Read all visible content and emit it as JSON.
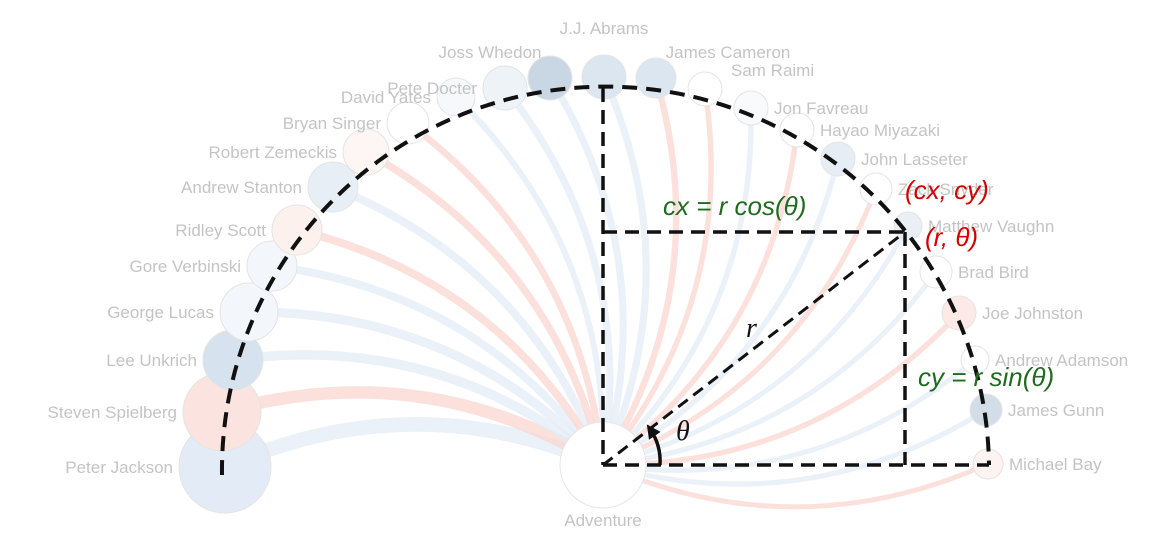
{
  "center_label": "Adventure",
  "directors": [
    {
      "name": "Peter Jackson",
      "color": "#e3ecf6",
      "link": "#e3ecf6"
    },
    {
      "name": "Steven Spielberg",
      "color": "#fbe3df",
      "link": "#f9d6d0"
    },
    {
      "name": "Lee Unkrich",
      "color": "#d6e2ee",
      "link": "#e3ecf6"
    },
    {
      "name": "George Lucas",
      "color": "#f3f6fa",
      "link": "#e3ecf6"
    },
    {
      "name": "Gore Verbinski",
      "color": "#f3f6fa",
      "link": "#e3ecf6"
    },
    {
      "name": "Ridley Scott",
      "color": "#fdf1ee",
      "link": "#f9d6d0"
    },
    {
      "name": "Andrew Stanton",
      "color": "#e8eef5",
      "link": "#e3ecf6"
    },
    {
      "name": "Robert Zemeckis",
      "color": "#fdf6f4",
      "link": "#f9d6d0"
    },
    {
      "name": "Bryan Singer",
      "color": "#ffffff",
      "link": "#f9d6d0"
    },
    {
      "name": "David Yates",
      "color": "#f6f8fb",
      "link": "#e3ecf6"
    },
    {
      "name": "Pete Docter",
      "color": "#eef3f8",
      "link": "#e3ecf6"
    },
    {
      "name": "Joss Whedon",
      "color": "#c9d6e3",
      "link": "#e3ecf6"
    },
    {
      "name": "J.J. Abrams",
      "color": "#dbe6f0",
      "link": "#e3ecf6"
    },
    {
      "name": "James Cameron",
      "color": "#dbe6f0",
      "link": "#f9d6d0"
    },
    {
      "name": "Sam Raimi",
      "color": "#ffffff",
      "link": "#f9d6d0"
    },
    {
      "name": "Jon Favreau",
      "color": "#f8fafc",
      "link": "#e3ecf6"
    },
    {
      "name": "Hayao Miyazaki",
      "color": "#ffffff",
      "link": "#f9d6d0"
    },
    {
      "name": "John Lasseter",
      "color": "#e6edf4",
      "link": "#e3ecf6"
    },
    {
      "name": "Zack Snyder",
      "color": "#ffffff",
      "link": "#f9d6d0"
    },
    {
      "name": "Matthew Vaughn",
      "color": "#e9eff5",
      "link": "#e3ecf6"
    },
    {
      "name": "Brad Bird",
      "color": "#ffffff",
      "link": "#e3ecf6"
    },
    {
      "name": "Joe Johnston",
      "color": "#fde9e5",
      "link": "#f9d6d0"
    },
    {
      "name": "Andrew Adamson",
      "color": "#ffffff",
      "link": "#e3ecf6"
    },
    {
      "name": "James Gunn",
      "color": "#d3dde8",
      "link": "#e3ecf6"
    },
    {
      "name": "Michael Bay",
      "color": "#fdf3f0",
      "link": "#f9d6d0"
    }
  ],
  "annotations": {
    "cx_formula": "cx = r cos(θ)",
    "cy_formula": "cy = r sin(θ)",
    "point_cartesian": "(cx, cy)",
    "point_polar": "(r, θ)",
    "radius_label": "r",
    "angle_label": "θ"
  },
  "colors": {
    "formula_green": "#1f6b1f",
    "point_red": "#d40000",
    "guide_black": "#111111",
    "label_gray": "#c4c4c4"
  }
}
